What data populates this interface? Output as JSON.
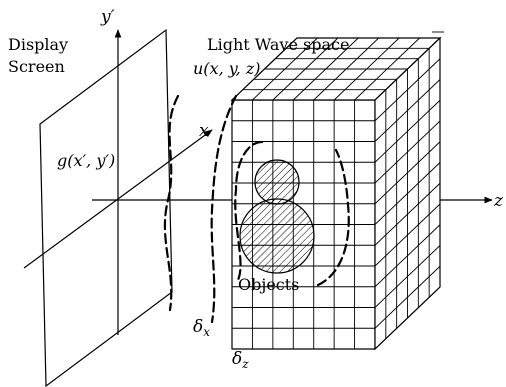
{
  "labels": {
    "display": "Display",
    "screen": "Screen",
    "light_wave_space": "Light Wave space",
    "u_field": "u(x, y, z)",
    "g_field": "g(x′, y′)",
    "objects": "Objects",
    "axis_x": "x",
    "axis_yprime": "y′",
    "axis_z": "z",
    "delta": "δ",
    "sub_x": "x",
    "sub_z": "z"
  },
  "grid": {
    "front_columns": 7,
    "front_rows": 12,
    "depth_layers": 6
  },
  "objects": {
    "count": 2,
    "fill_pattern": "diagonal-hatch"
  },
  "wavefronts": {
    "count": 3,
    "style": "dashed"
  }
}
